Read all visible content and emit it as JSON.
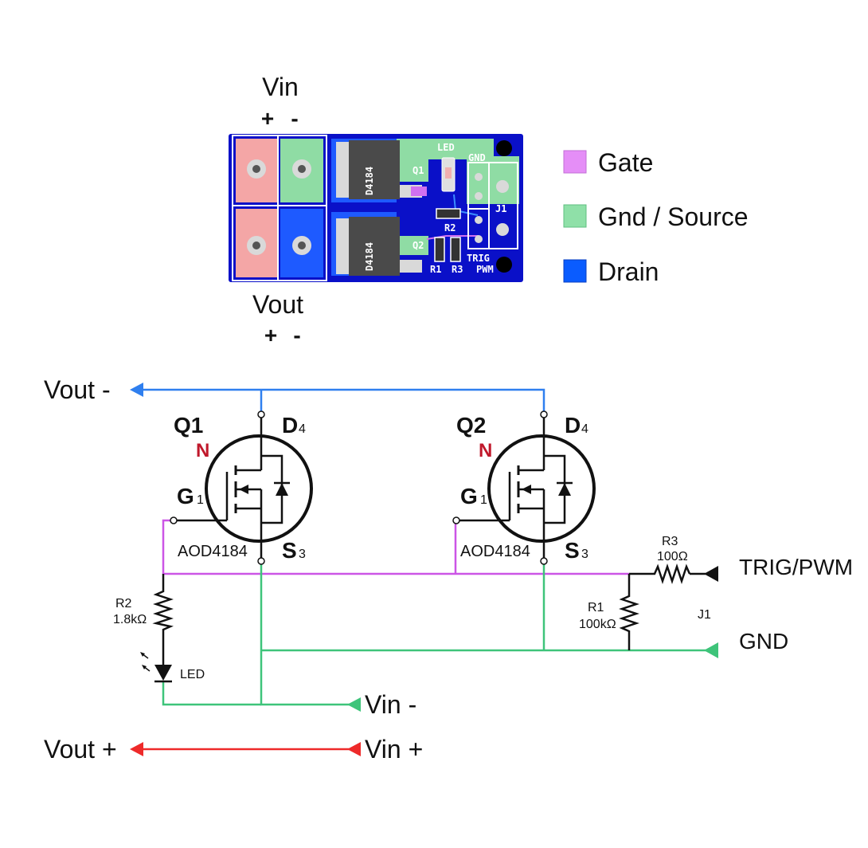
{
  "pcb": {
    "vin_label": "Vin",
    "vin_plus": "+",
    "vin_minus": "-",
    "vout_label": "Vout",
    "vout_plus": "+",
    "vout_minus": "-",
    "chip1_marking": "D4184",
    "chip2_marking": "D4184",
    "silk": {
      "led": "LED",
      "gnd": "GND",
      "q1": "Q1",
      "q2": "Q2",
      "j1": "J1",
      "r1": "R1",
      "r2": "R2",
      "r3": "R3",
      "trig": "TRIG",
      "pwm": "PWM"
    },
    "colors": {
      "board": "#0a10c8",
      "positive_pad": "#f4a6a6",
      "ground_pad": "#8fdca4",
      "drain_pad": "#1e5aff",
      "gate_trace": "#d070f0"
    }
  },
  "legend": {
    "items": [
      {
        "label": "Gate",
        "color": "#e58ef7"
      },
      {
        "label": "Gnd / Source",
        "color": "#8fe0a8"
      },
      {
        "label": "Drain",
        "color": "#0a5cff"
      }
    ]
  },
  "schematic": {
    "q1": {
      "name": "Q1",
      "type": "N",
      "part": "AOD4184",
      "gate": "G",
      "gate_pin": "1",
      "drain": "D",
      "drain_pin": "4",
      "source": "S",
      "source_pin": "3"
    },
    "q2": {
      "name": "Q2",
      "type": "N",
      "part": "AOD4184",
      "gate": "G",
      "gate_pin": "1",
      "drain": "D",
      "drain_pin": "4",
      "source": "S",
      "source_pin": "3"
    },
    "r1": {
      "name": "R1",
      "value": "100kΩ"
    },
    "r2": {
      "name": "R2",
      "value": "1.8kΩ"
    },
    "r3": {
      "name": "R3",
      "value": "100Ω"
    },
    "led": "LED",
    "j1": "J1",
    "ports": {
      "vout_minus": "Vout -",
      "vout_plus": "Vout +",
      "vin_minus": "Vin -",
      "vin_plus": "Vin +",
      "trig_pwm": "TRIG/PWM",
      "gnd": "GND"
    },
    "colors": {
      "drain": "#2f7fef",
      "gate": "#cc55e6",
      "ground": "#3ec47a",
      "positive": "#ee2a2a",
      "n_type": "#c0182b"
    }
  }
}
